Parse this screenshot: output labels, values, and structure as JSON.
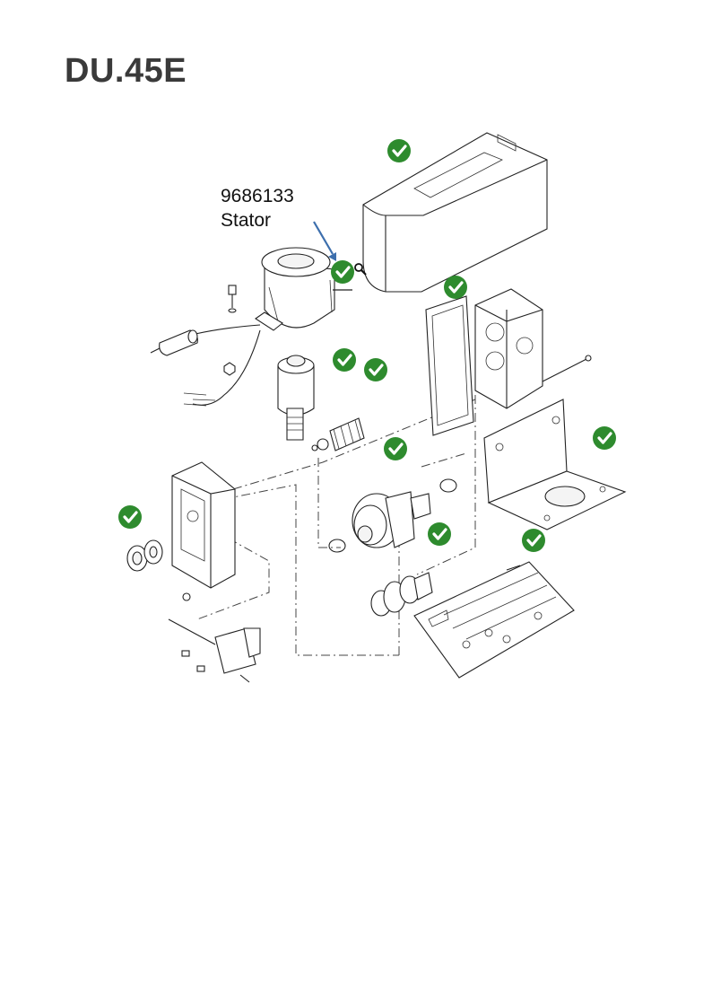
{
  "page": {
    "title": "DU.45E"
  },
  "callout": {
    "part_number": "9686133",
    "part_name": "Stator"
  },
  "colors": {
    "check_badge": "#2e8b2e",
    "callout_arrow": "#3d6fad",
    "title": "#3a3a3a"
  },
  "icons": {
    "selected_part": "check-circle-icon",
    "zoom": "magnifier-icon"
  }
}
